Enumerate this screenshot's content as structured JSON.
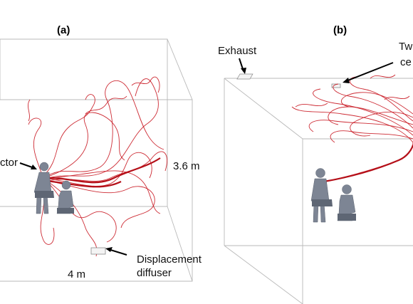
{
  "panels": [
    {
      "label": "(a)",
      "annotations": {
        "injector_fragment": "ctor",
        "height": "3.6 m",
        "width": "4 m",
        "diffuser_line1": "Displacement",
        "diffuser_line2": "diffuser"
      }
    },
    {
      "label": "(b)",
      "annotations": {
        "exhaust": "Exhaust",
        "ceiling_fragment_line1": "Tw",
        "ceiling_fragment_line2": "ce"
      }
    }
  ],
  "colors": {
    "particle_paths": "#c8141e",
    "mannequin": "#7d8594",
    "room_edges": "#b9b9b9"
  },
  "icons": {
    "mannequin": "seated-human-mannequin-icon",
    "vent": "ceiling-vent-icon"
  }
}
